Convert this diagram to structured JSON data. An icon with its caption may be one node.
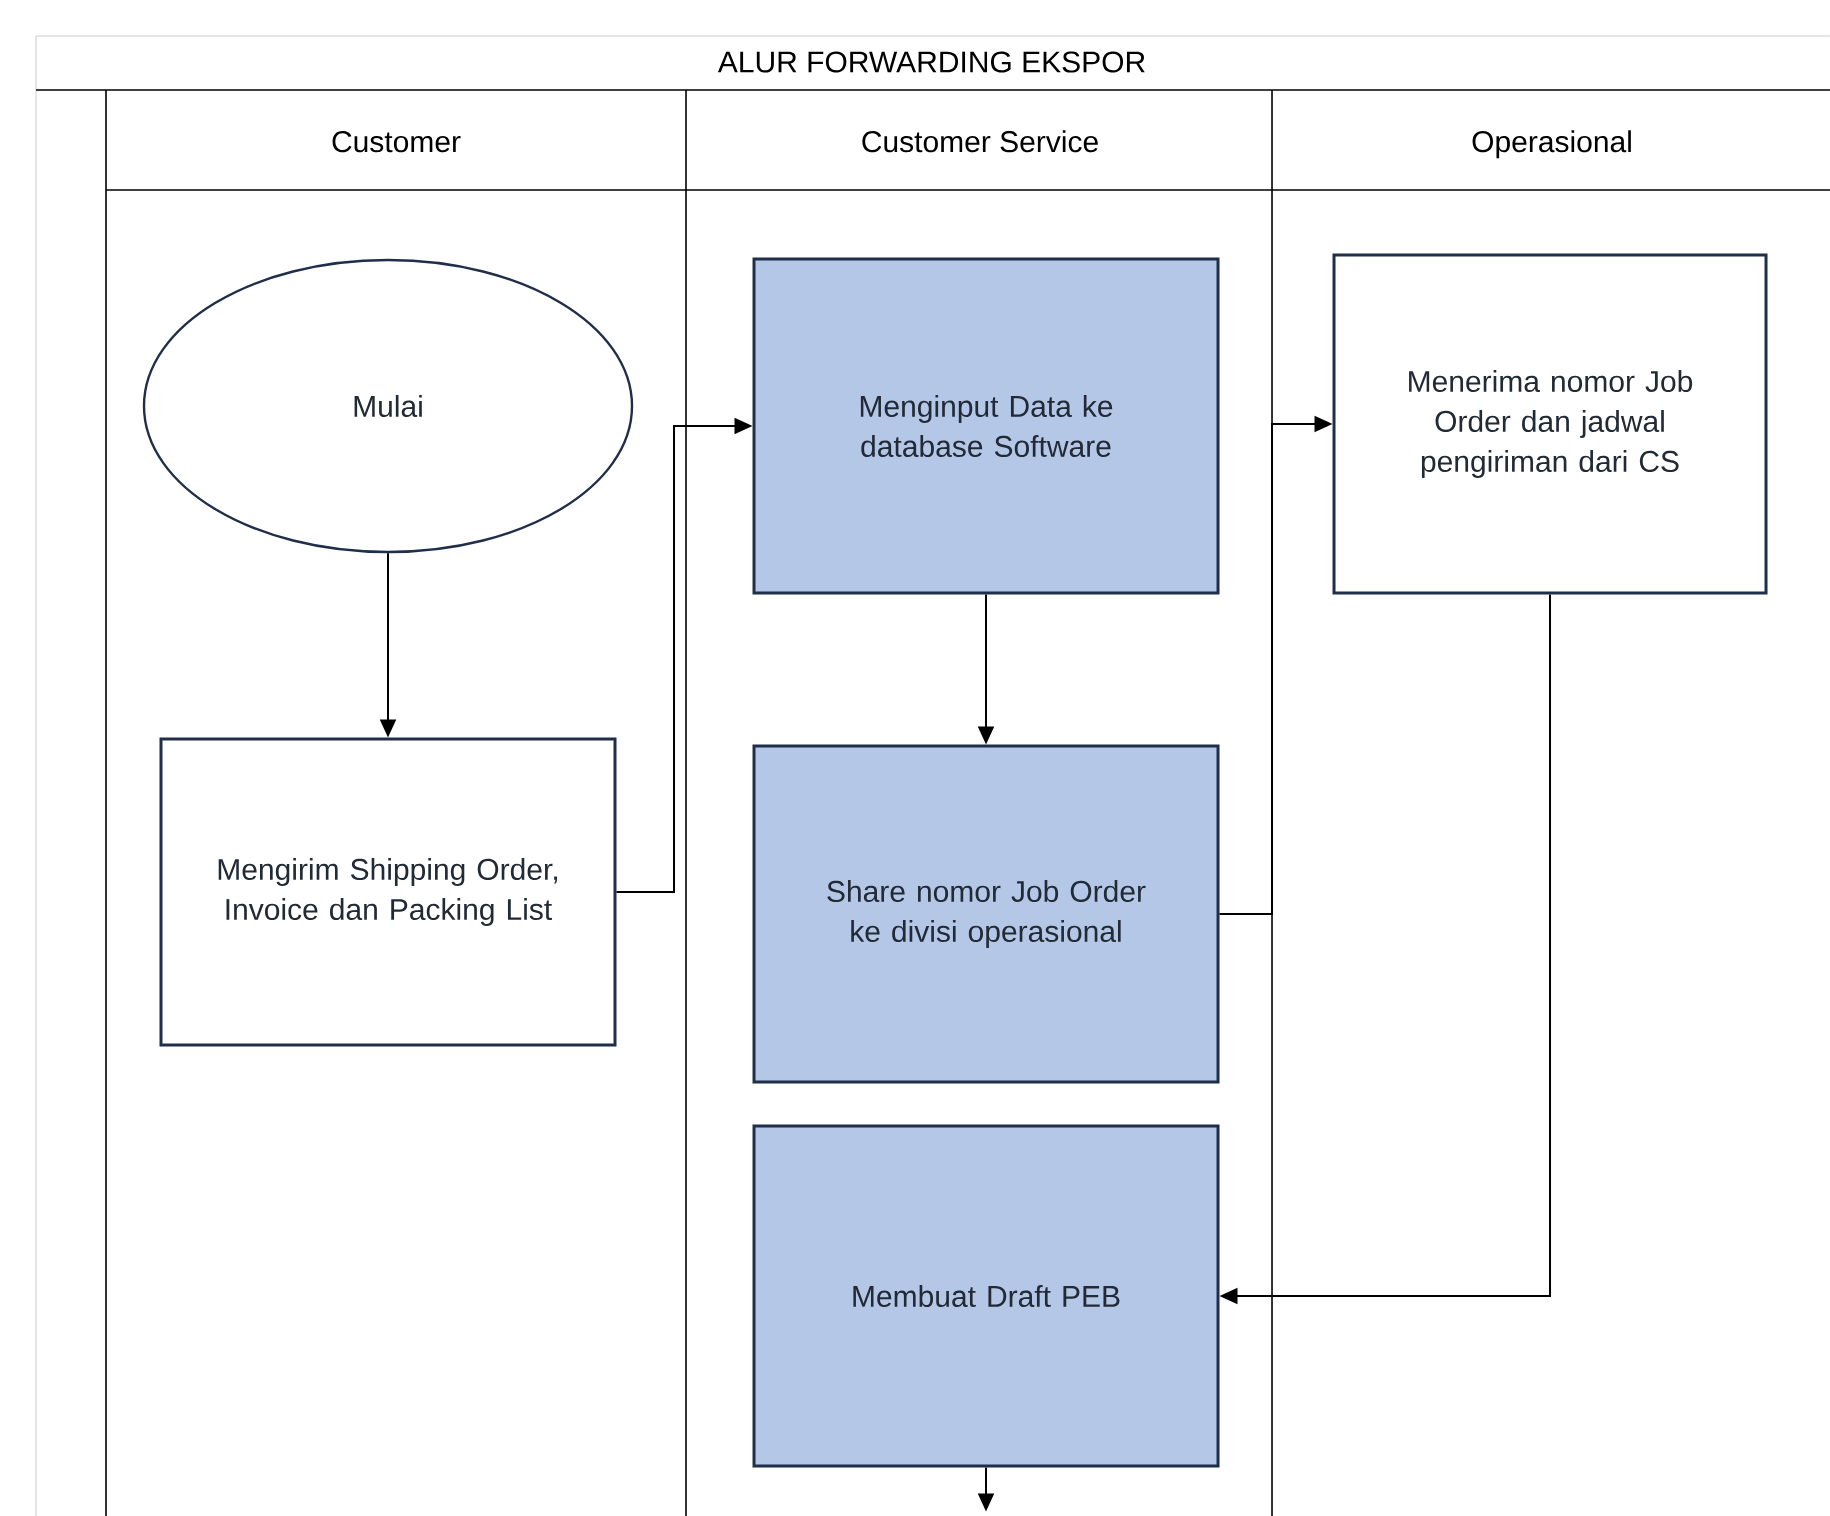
{
  "diagram": {
    "title": "ALUR FORWARDING EKSPOR",
    "nodes": [
      {
        "text": [
          "Mulai"
        ]
      },
      {
        "text": [
          "Mengirim Shipping Order, Invoice dan Packing List"
        ]
      },
      {
        "text": [
          "Menginput Data ke database Software"
        ]
      },
      {
        "text": [
          "Share nomor Job Order ke divisi operasional"
        ]
      },
      {
        "text": [
          "Membuat Draft PEB"
        ]
      },
      {
        "text": [
          "Menerima nomor Job Order dan jadwal pengiriman dari CS"
        ]
      }
    ],
    "edges": [
      {
        "from": 0,
        "to": 1,
        "arrow": "to"
      },
      {
        "from": 1,
        "to": 2,
        "arrow": "to"
      },
      {
        "from": 2,
        "to": 3,
        "arrow": "to"
      },
      {
        "from": 3,
        "to": 5,
        "arrow": "to"
      },
      {
        "from": 5,
        "to": 4,
        "arrow": "to"
      },
      {
        "from": 4,
        "to": null,
        "arrow": "to"
      }
    ],
    "labels": [
      "Customer",
      "Customer Service",
      "Operasional"
    ]
  }
}
